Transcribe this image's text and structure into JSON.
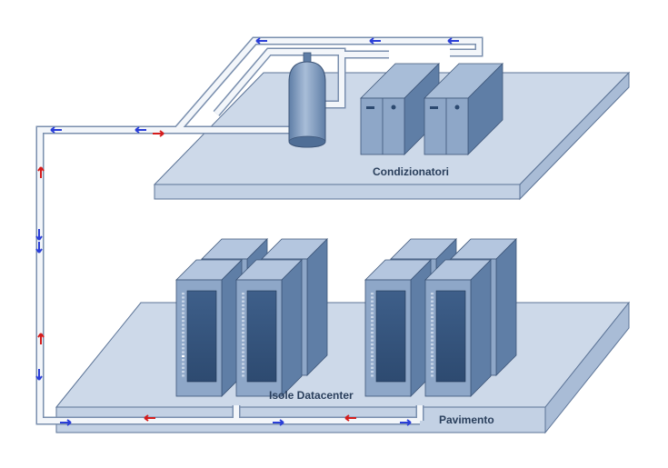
{
  "labels": {
    "upper_floor": "Condizionatori",
    "lower_floor": "Isole Datacenter",
    "floor": "Pavimento"
  },
  "colors": {
    "platform_top": "#cdd9e9",
    "platform_side": "#a9bcd6",
    "platform_stroke": "#5b7396",
    "equipment": "#8ea7c8",
    "equipment_dark": "#5f7ea6",
    "pipe_fill": "#f3f6fa",
    "pipe_stroke": "#7a8fae",
    "cold_arrow": "#2a3ed8",
    "hot_arrow": "#d41c1c"
  },
  "icons": {
    "tank": "compressor-tank-icon",
    "air_conditioner": "air-conditioner-icon",
    "server_rack": "server-rack-icon",
    "flow_arrow": "flow-arrow-icon"
  }
}
